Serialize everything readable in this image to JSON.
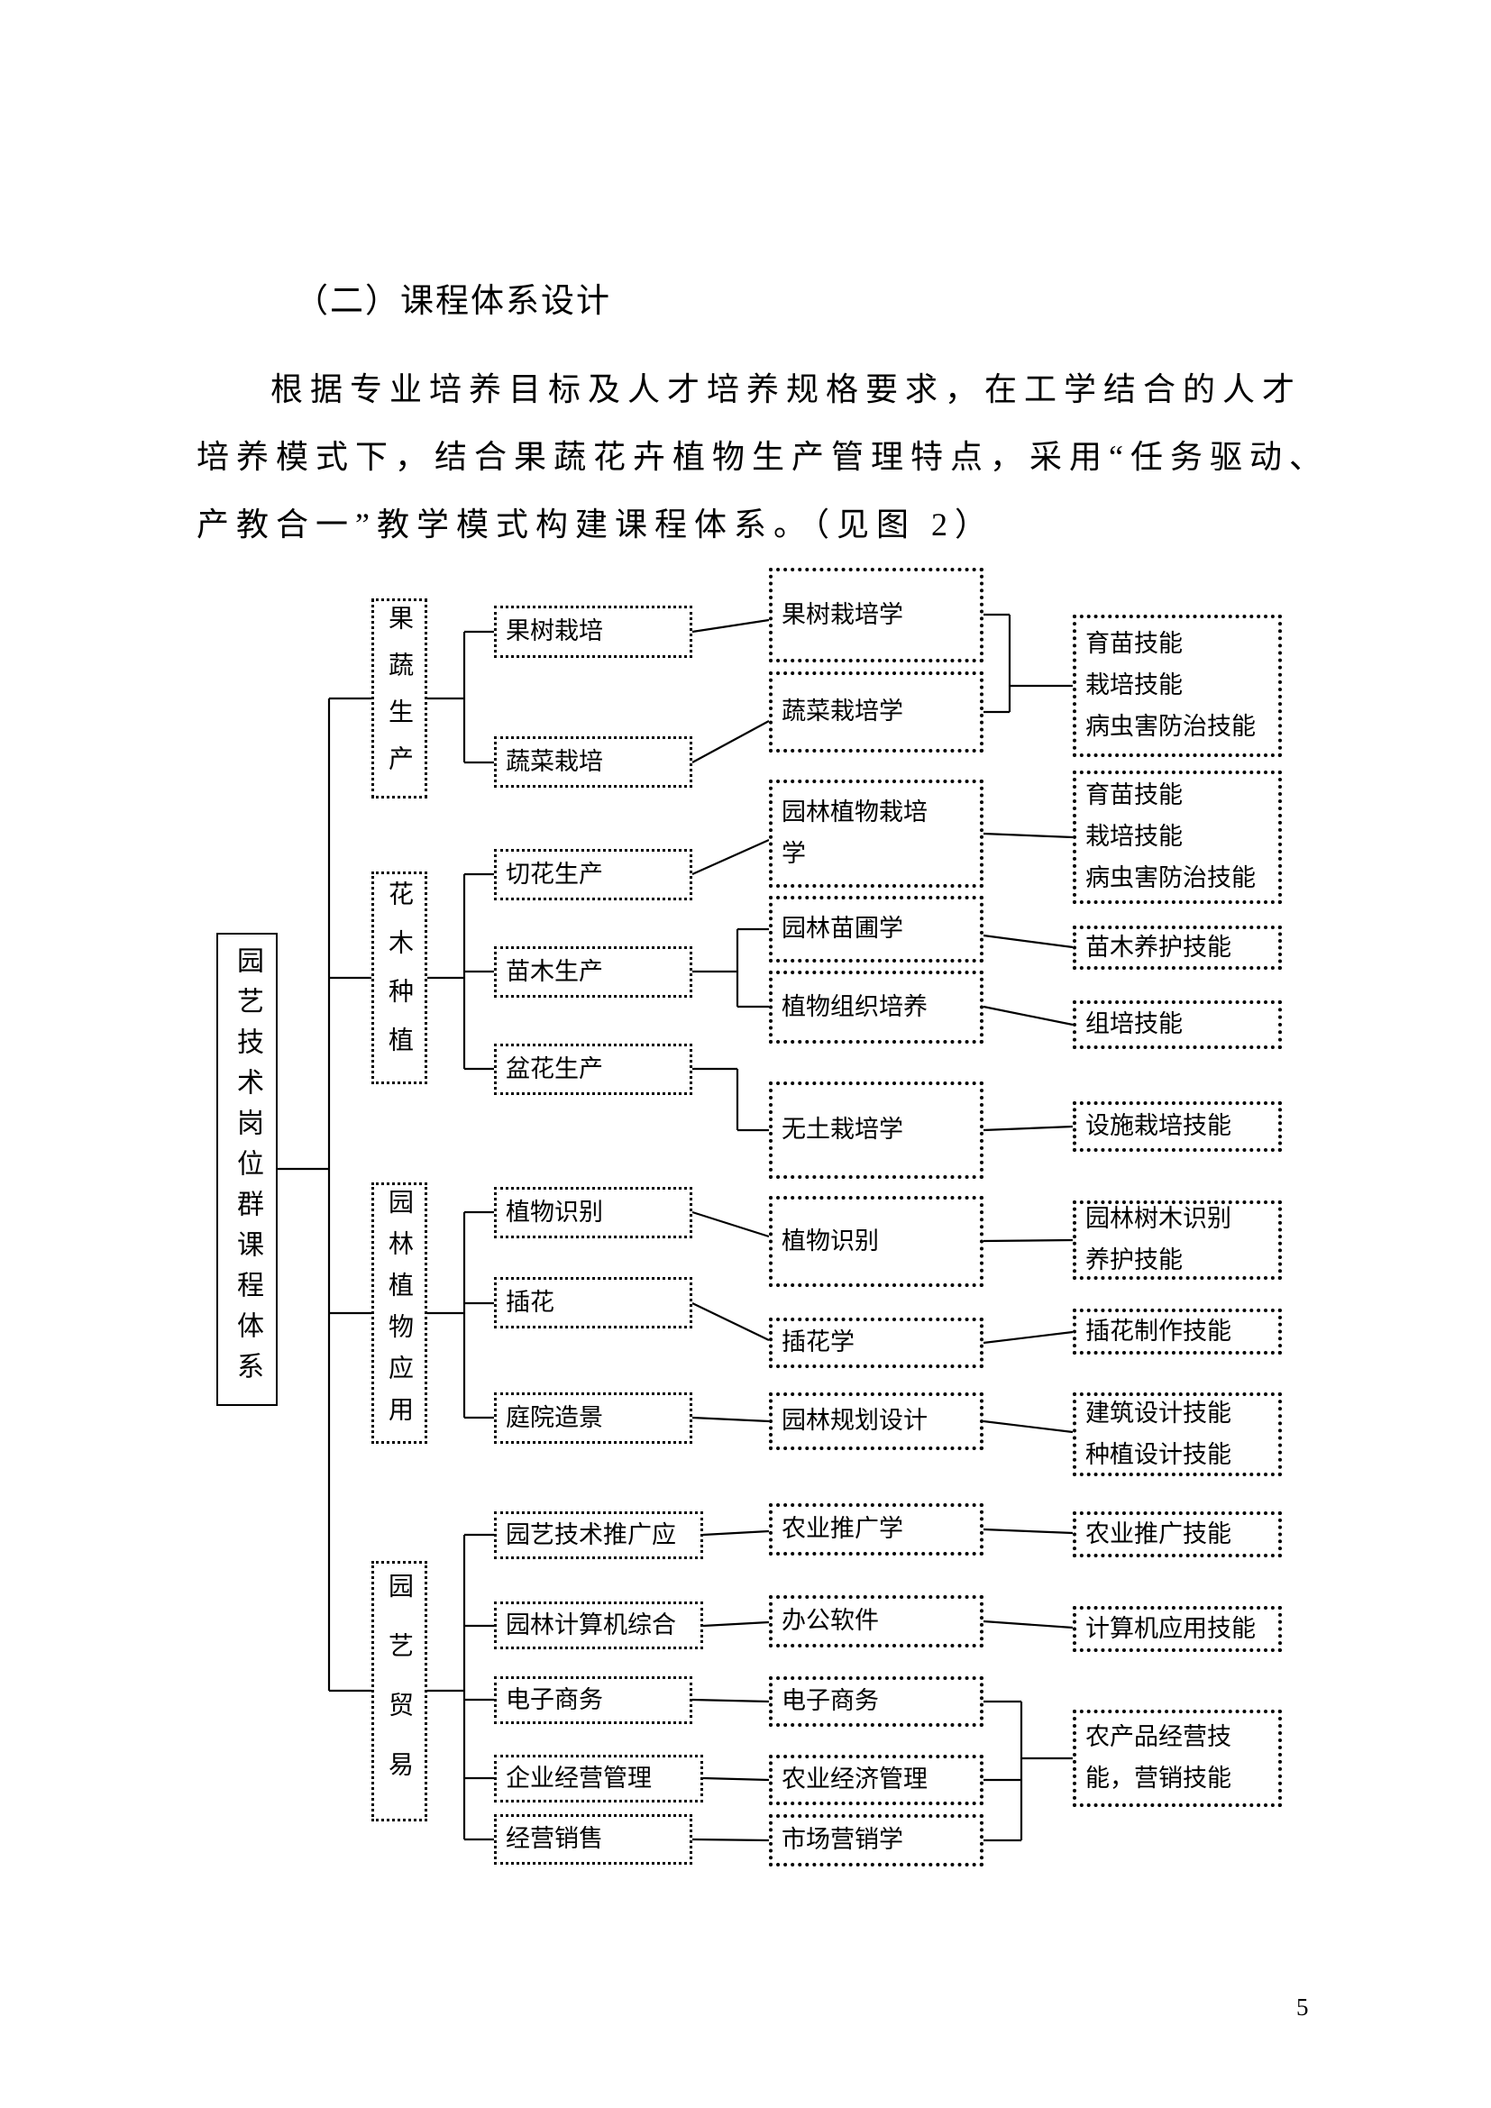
{
  "document": {
    "heading": "（二）课程体系设计",
    "paragraph": {
      "line1": "根据专业培养目标及人才培养规格要求，在工学结合的人才",
      "line2": "培养模式下，结合果蔬花卉植物生产管理特点，采用“任务驱动、",
      "line3": "产教合一”教学模式构建课程体系。（见图 2）"
    },
    "page_number": "5"
  },
  "diagram": {
    "root_label": "园艺技术岗位群课程体系",
    "categories": [
      {
        "label": "果蔬生产"
      },
      {
        "label": "花木种植"
      },
      {
        "label": "园林植物应用"
      },
      {
        "label": "园艺贸易"
      }
    ],
    "level2": [
      {
        "label": "果树栽培"
      },
      {
        "label": "蔬菜栽培"
      },
      {
        "label": "切花生产"
      },
      {
        "label": "苗木生产"
      },
      {
        "label": "盆花生产"
      },
      {
        "label": "植物识别"
      },
      {
        "label": "插花"
      },
      {
        "label": "庭院造景"
      },
      {
        "label": "园艺技术推广应"
      },
      {
        "label": "园林计算机综合"
      },
      {
        "label": "电子商务"
      },
      {
        "label": "企业经营管理"
      },
      {
        "label": "经营销售"
      }
    ],
    "level3": [
      {
        "label": "果树栽培学"
      },
      {
        "label": "蔬菜栽培学"
      },
      {
        "label": "园林植物栽培\n学"
      },
      {
        "label": "园林苗圃学"
      },
      {
        "label": "植物组织培养"
      },
      {
        "label": "无土栽培学"
      },
      {
        "label": "植物识别"
      },
      {
        "label": "插花学"
      },
      {
        "label": "园林规划设计"
      },
      {
        "label": "农业推广学"
      },
      {
        "label": "办公软件"
      },
      {
        "label": "电子商务"
      },
      {
        "label": "农业经济管理"
      },
      {
        "label": "市场营销学"
      }
    ],
    "level4": [
      {
        "label": "育苗技能\n栽培技能\n病虫害防治技能"
      },
      {
        "label": "育苗技能\n栽培技能\n病虫害防治技能"
      },
      {
        "label": "苗木养护技能"
      },
      {
        "label": "组培技能"
      },
      {
        "label": "设施栽培技能"
      },
      {
        "label": "园林树木识别\n养护技能"
      },
      {
        "label": "插花制作技能"
      },
      {
        "label": "建筑设计技能\n种植设计技能"
      },
      {
        "label": "农业推广技能"
      },
      {
        "label": "计算机应用技能"
      },
      {
        "label": "农产品经营技\n能，营销技能"
      }
    ]
  }
}
